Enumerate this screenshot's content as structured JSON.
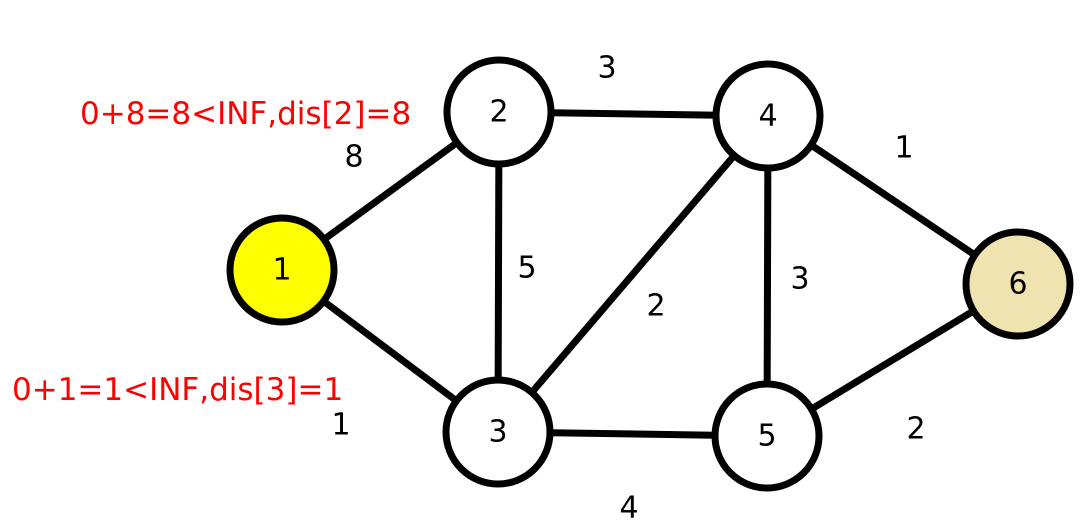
{
  "colors": {
    "node_default": "#ffffff",
    "node_source": "#ffff00",
    "node_target": "#efe4b0",
    "edge": "#000000",
    "note": "#ff0000"
  },
  "nodes": [
    {
      "id": "1",
      "label": "1",
      "fill": "#ffff00"
    },
    {
      "id": "2",
      "label": "2",
      "fill": "#ffffff"
    },
    {
      "id": "3",
      "label": "3",
      "fill": "#ffffff"
    },
    {
      "id": "4",
      "label": "4",
      "fill": "#ffffff"
    },
    {
      "id": "5",
      "label": "5",
      "fill": "#ffffff"
    },
    {
      "id": "6",
      "label": "6",
      "fill": "#efe4b0"
    }
  ],
  "edges": [
    {
      "from": "1",
      "to": "2",
      "weight": "8"
    },
    {
      "from": "1",
      "to": "3",
      "weight": "1"
    },
    {
      "from": "2",
      "to": "4",
      "weight": "3"
    },
    {
      "from": "2",
      "to": "3",
      "weight": "5"
    },
    {
      "from": "3",
      "to": "4",
      "weight": "2"
    },
    {
      "from": "3",
      "to": "5",
      "weight": "4"
    },
    {
      "from": "4",
      "to": "5",
      "weight": "3"
    },
    {
      "from": "4",
      "to": "6",
      "weight": "1"
    },
    {
      "from": "5",
      "to": "6",
      "weight": "2"
    }
  ],
  "annotations": [
    {
      "text": "0+8=8<INF,dis[2]=8"
    },
    {
      "text": "0+1=1<INF,dis[3]=1"
    }
  ]
}
